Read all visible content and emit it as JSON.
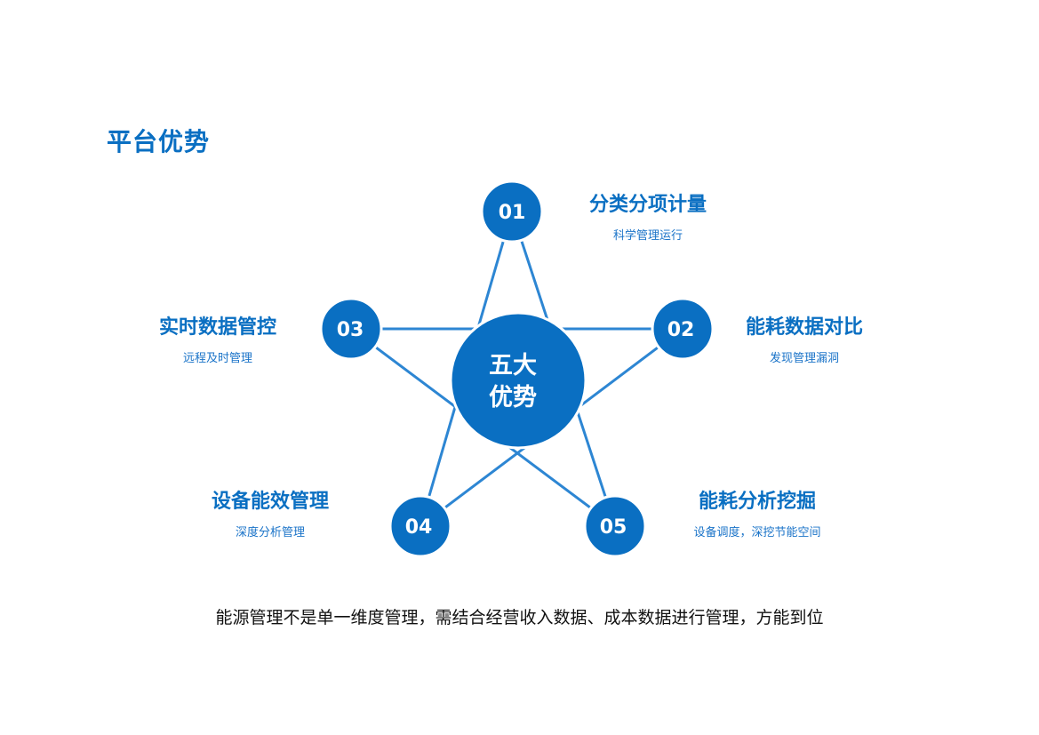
{
  "page_title": "平台优势",
  "center": {
    "line1": "五大",
    "line2": "优势"
  },
  "nodes": [
    {
      "num": "01",
      "title": "分类分项计量",
      "subtitle": "科学管理运行"
    },
    {
      "num": "02",
      "title": "能耗数据对比",
      "subtitle": "发现管理漏洞"
    },
    {
      "num": "03",
      "title": "实时数据管控",
      "subtitle": "远程及时管理"
    },
    {
      "num": "04",
      "title": "设备能效管理",
      "subtitle": "深度分析管理"
    },
    {
      "num": "05",
      "title": "能耗分析挖掘",
      "subtitle": "设备调度，深挖节能空间"
    }
  ],
  "footer": "能源管理不是单一维度管理，需结合经营收入数据、成本数据进行管理，方能到位",
  "colors": {
    "primary": "#0a6fc2",
    "node_fill": "#0a6fc2",
    "line": "#2d86d3"
  }
}
